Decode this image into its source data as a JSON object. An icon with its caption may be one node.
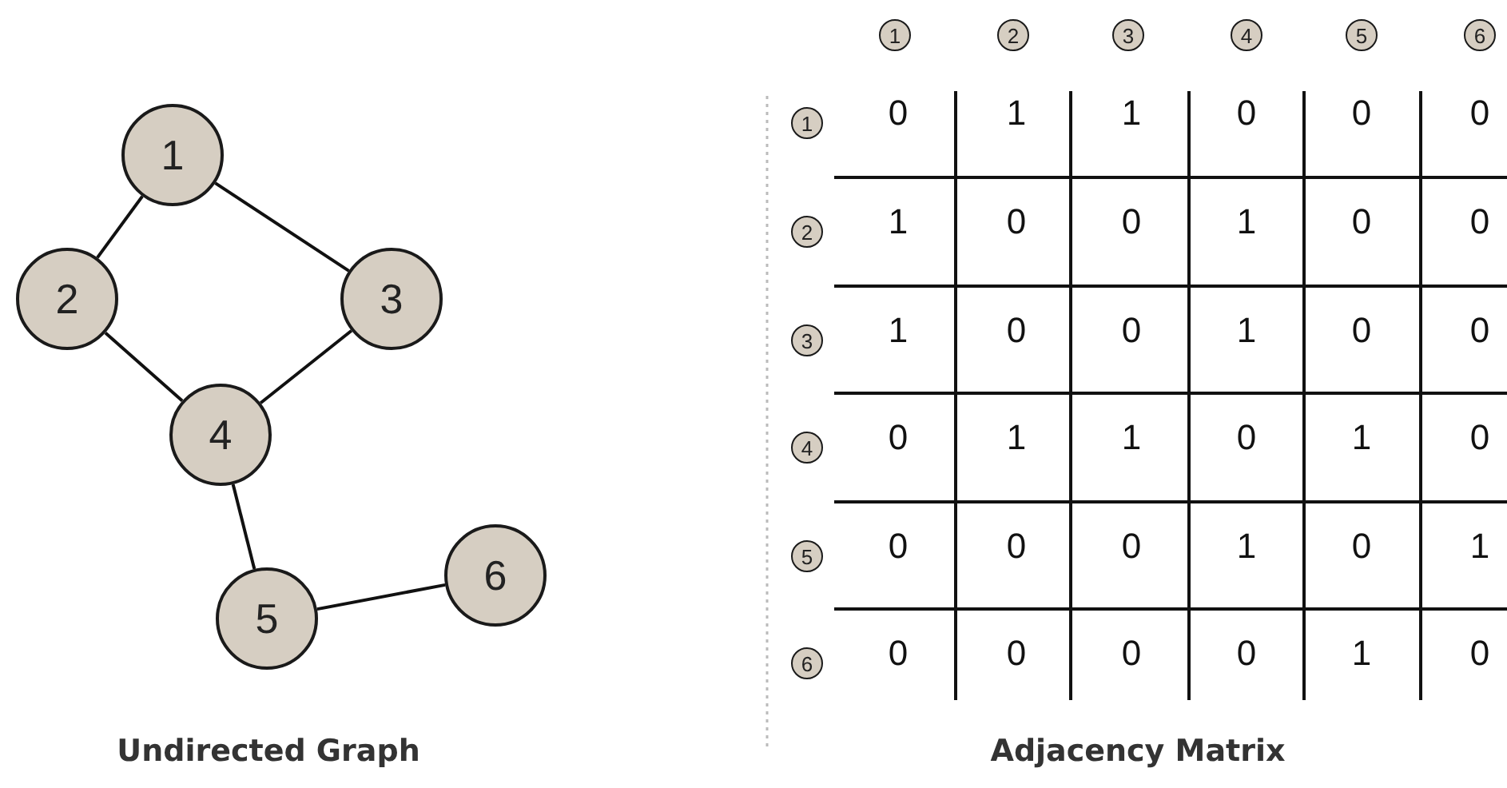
{
  "diagram": {
    "nodes": [
      {
        "text": [
          "1"
        ]
      },
      {
        "text": [
          "2"
        ]
      },
      {
        "text": [
          "3"
        ]
      },
      {
        "text": [
          "4"
        ]
      },
      {
        "text": [
          "5"
        ]
      },
      {
        "text": [
          "6"
        ]
      },
      {
        "text": [
          "1"
        ]
      },
      {
        "text": [
          "2"
        ]
      },
      {
        "text": [
          "3"
        ]
      },
      {
        "text": [
          "4"
        ]
      },
      {
        "text": [
          "5"
        ]
      },
      {
        "text": [
          "6"
        ]
      },
      {
        "text": [
          "1"
        ]
      },
      {
        "text": [
          "2"
        ]
      },
      {
        "text": [
          "3"
        ]
      },
      {
        "text": [
          "4"
        ]
      },
      {
        "text": [
          "5"
        ]
      },
      {
        "text": [
          "6"
        ]
      }
    ],
    "edges": [
      {
        "from": 0,
        "to": 1,
        "arrow": "none"
      },
      {
        "from": 0,
        "to": 2,
        "arrow": "none"
      },
      {
        "from": 1,
        "to": 3,
        "arrow": "none"
      },
      {
        "from": 2,
        "to": 3,
        "arrow": "none"
      },
      {
        "from": 3,
        "to": 4,
        "arrow": "none"
      },
      {
        "from": 4,
        "to": 5,
        "arrow": "none"
      }
    ],
    "labels": [
      "0",
      "1",
      "1",
      "0",
      "0",
      "0",
      "1",
      "0",
      "0",
      "1",
      "0",
      "0",
      "1",
      "0",
      "0",
      "1",
      "0",
      "0",
      "0",
      "1",
      "1",
      "0",
      "1",
      "0",
      "0",
      "0",
      "0",
      "1",
      "0",
      "1",
      "0",
      "0",
      "0",
      "0",
      "1",
      "0",
      "Undirected Graph",
      "Adjacency Matrix"
    ]
  }
}
